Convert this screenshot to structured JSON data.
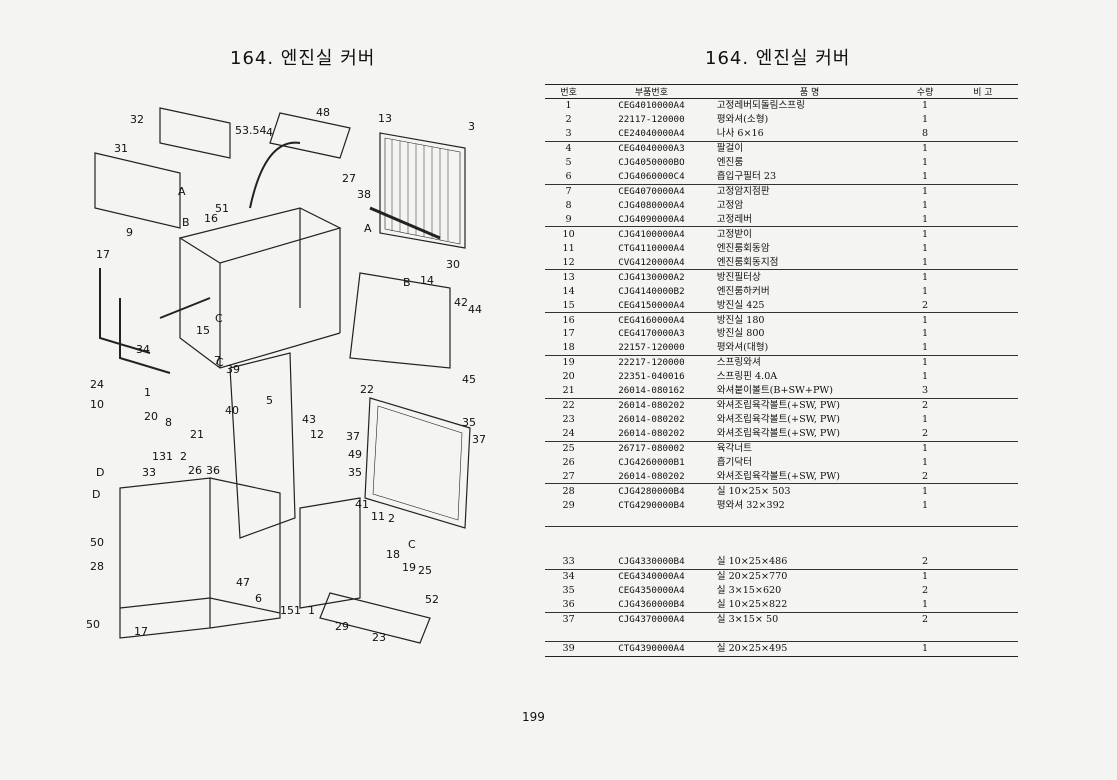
{
  "titles": {
    "left": "164. 엔진실 커버",
    "right": "164. 엔진실 커버"
  },
  "page_number": "199",
  "table": {
    "headers": [
      "번호",
      "부품번호",
      "품 명",
      "수량",
      "비 고"
    ],
    "rows": [
      {
        "no": "1",
        "part": "CEG4010000A4",
        "name": "고정레버되돌림스프링",
        "qty": "1",
        "sep": false
      },
      {
        "no": "2",
        "part": "22117-120000",
        "name": "평와셔(소형)",
        "qty": "1",
        "sep": false
      },
      {
        "no": "3",
        "part": "CE24040000A4",
        "name": "나사 6×16",
        "qty": "8",
        "sep": false
      },
      {
        "no": "4",
        "part": "CEG4040000A3",
        "name": "팔걸이",
        "qty": "1",
        "sep": true
      },
      {
        "no": "5",
        "part": "CJG4050000BO",
        "name": "엔진룸",
        "qty": "1",
        "sep": false
      },
      {
        "no": "6",
        "part": "CJG4060000C4",
        "name": "흡입구필터 23",
        "qty": "1",
        "sep": false
      },
      {
        "no": "7",
        "part": "CEG4070000A4",
        "name": "고정암지점판",
        "qty": "1",
        "sep": true
      },
      {
        "no": "8",
        "part": "CJG4080000A4",
        "name": "고정암",
        "qty": "1",
        "sep": false
      },
      {
        "no": "9",
        "part": "CJG4090000A4",
        "name": "고정레버",
        "qty": "1",
        "sep": false
      },
      {
        "no": "10",
        "part": "CJG4100000A4",
        "name": "고정받이",
        "qty": "1",
        "sep": true
      },
      {
        "no": "11",
        "part": "CTG4110000A4",
        "name": "엔진룸회동암",
        "qty": "1",
        "sep": false
      },
      {
        "no": "12",
        "part": "CVG4120000A4",
        "name": "엔진룸회동지점",
        "qty": "1",
        "sep": false
      },
      {
        "no": "13",
        "part": "CJG4130000A2",
        "name": "방진필터상",
        "qty": "1",
        "sep": true
      },
      {
        "no": "14",
        "part": "CJG4140000B2",
        "name": "엔진룸하커버",
        "qty": "1",
        "sep": false
      },
      {
        "no": "15",
        "part": "CEG4150000A4",
        "name": "방진실 425",
        "qty": "2",
        "sep": false
      },
      {
        "no": "16",
        "part": "CEG4160000A4",
        "name": "방진실 180",
        "qty": "1",
        "sep": true
      },
      {
        "no": "17",
        "part": "CEG4170000A3",
        "name": "방진실 800",
        "qty": "1",
        "sep": false
      },
      {
        "no": "18",
        "part": "22157-120000",
        "name": "평와셔(대형)",
        "qty": "1",
        "sep": false
      },
      {
        "no": "19",
        "part": "22217-120000",
        "name": "스프링와셔",
        "qty": "1",
        "sep": true
      },
      {
        "no": "20",
        "part": "22351-040016",
        "name": "스프링핀 4.0A",
        "qty": "1",
        "sep": false
      },
      {
        "no": "21",
        "part": "26014-080162",
        "name": "와셔붙이볼트(B+SW+PW)",
        "qty": "3",
        "sep": false
      },
      {
        "no": "22",
        "part": "26014-080202",
        "name": "와셔조립육각볼트(+SW, PW)",
        "qty": "2",
        "sep": true
      },
      {
        "no": "23",
        "part": "26014-080202",
        "name": "와셔조립육각볼트(+SW, PW)",
        "qty": "1",
        "sep": false
      },
      {
        "no": "24",
        "part": "26014-080202",
        "name": "와셔조립육각볼트(+SW, PW)",
        "qty": "2",
        "sep": false
      },
      {
        "no": "25",
        "part": "26717-080002",
        "name": "육각너트",
        "qty": "1",
        "sep": true
      },
      {
        "no": "26",
        "part": "CJG4260000B1",
        "name": "흡기닥터",
        "qty": "1",
        "sep": false
      },
      {
        "no": "27",
        "part": "26014-080202",
        "name": "와셔조립육각볼트(+SW, PW)",
        "qty": "2",
        "sep": false
      },
      {
        "no": "28",
        "part": "CJG4280000B4",
        "name": "실 10×25× 503",
        "qty": "1",
        "sep": true
      },
      {
        "no": "29",
        "part": "CTG4290000B4",
        "name": "평와셔 32×392",
        "qty": "1",
        "sep": false
      },
      {
        "no": "",
        "part": "",
        "name": "",
        "qty": "",
        "sep": false
      },
      {
        "no": "",
        "part": "",
        "name": "",
        "qty": "",
        "sep": true
      },
      {
        "no": "",
        "part": "",
        "name": "",
        "qty": "",
        "sep": false
      },
      {
        "no": "33",
        "part": "CJG4330000B4",
        "name": "실 10×25×486",
        "qty": "2",
        "sep": false
      },
      {
        "no": "34",
        "part": "CEG4340000A4",
        "name": "실 20×25×770",
        "qty": "1",
        "sep": true
      },
      {
        "no": "35",
        "part": "CEG4350000A4",
        "name": "실 3×15×620",
        "qty": "2",
        "sep": false
      },
      {
        "no": "36",
        "part": "CJG4360000B4",
        "name": "실 10×25×822",
        "qty": "1",
        "sep": false
      },
      {
        "no": "37",
        "part": "CJG4370000A4",
        "name": "실 3×15× 50",
        "qty": "2",
        "sep": true
      },
      {
        "no": "",
        "part": "",
        "name": "",
        "qty": "",
        "sep": false
      },
      {
        "no": "39",
        "part": "CTG4390000A4",
        "name": "실 20×25×495",
        "qty": "1",
        "sep": true
      }
    ]
  },
  "callouts": [
    "32",
    "48",
    "13",
    "3",
    "53.54",
    "4",
    "31",
    "27",
    "38",
    "A",
    "B",
    "51",
    "16",
    "9",
    "A",
    "17",
    "30",
    "B",
    "14",
    "C",
    "42",
    "44",
    "15",
    "34",
    "C",
    "7",
    "39",
    "24",
    "1",
    "45",
    "10",
    "20",
    "8",
    "40",
    "5",
    "22",
    "21",
    "43",
    "12",
    "37",
    "35",
    "37",
    "131",
    "2",
    "49",
    "35",
    "D",
    "33",
    "26",
    "36",
    "41",
    "11",
    "2",
    "C",
    "50",
    "D",
    "18",
    "28",
    "19",
    "25",
    "47",
    "6",
    "52",
    "151",
    "1",
    "29",
    "50",
    "17",
    "23"
  ]
}
